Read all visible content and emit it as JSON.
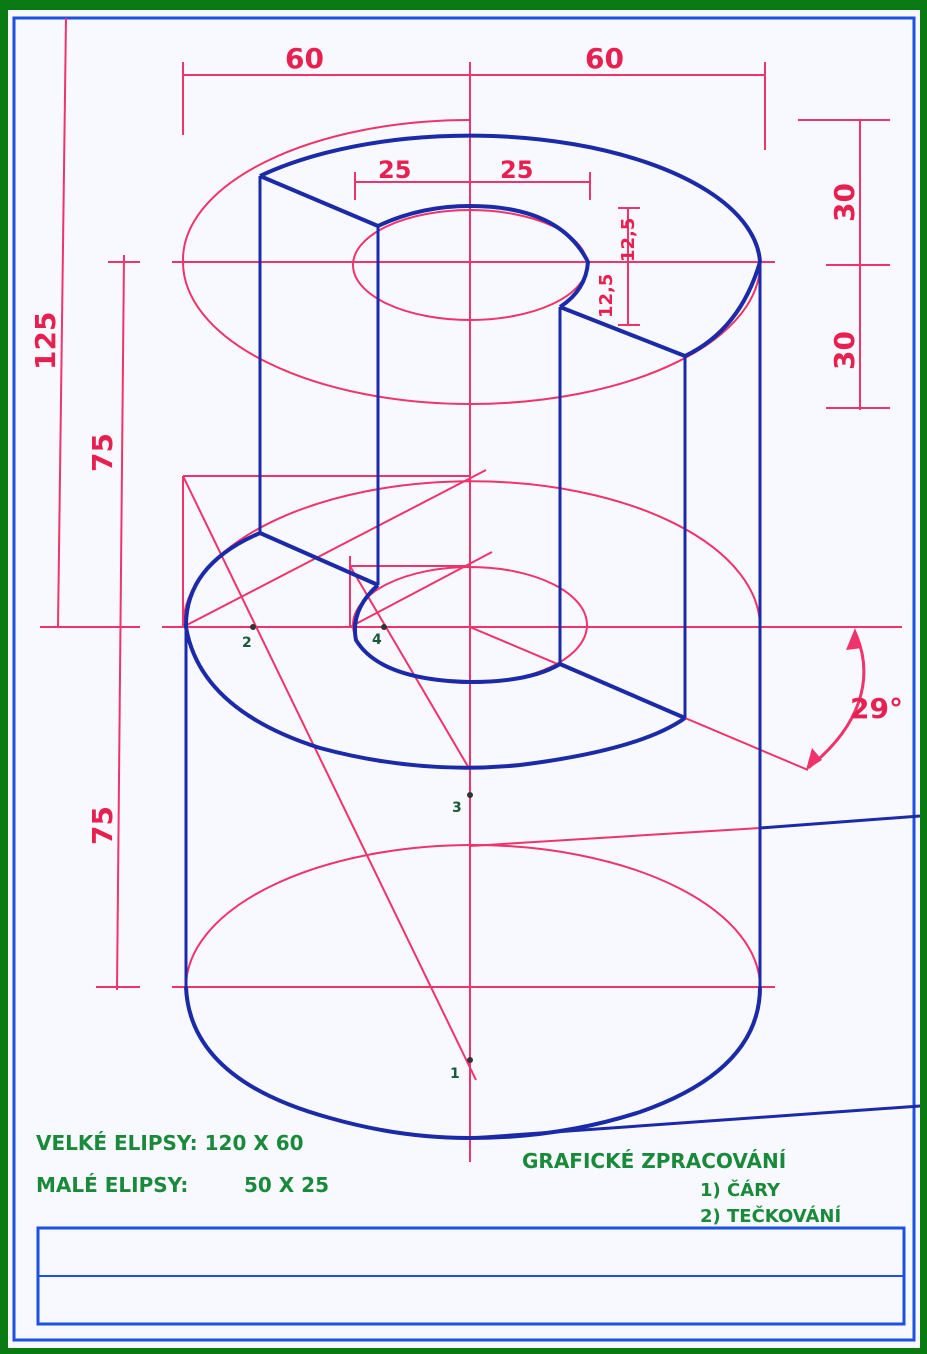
{
  "dimensions": {
    "top_left_width": "60",
    "top_right_width": "60",
    "inner_left_width": "25",
    "inner_right_width": "25",
    "inner_half_upper": "12,5",
    "inner_half_lower": "12,5",
    "right_upper": "30",
    "right_lower": "30",
    "total_height": "125",
    "upper_height": "75",
    "lower_height": "75",
    "angle": "29°"
  },
  "construction_points": [
    "1",
    "2",
    "3",
    "4"
  ],
  "notes": {
    "large_ellipses": "VELKÉ ELIPSY: 120 X 60",
    "small_ellipses_label": "MALÉ ELIPSY:",
    "small_ellipses_value": "50 X 25",
    "processing_title": "GRAFICKÉ ZPRACOVÁNÍ",
    "processing_item1": "1) ČÁRY",
    "processing_item2": "2) TEČKOVÁNÍ"
  },
  "colors": {
    "construction": "#f0336a",
    "outline": "#1b2aa8",
    "frame": "#1d4fe0",
    "notes": "#1a8a3a",
    "border": "#0a7a12"
  }
}
